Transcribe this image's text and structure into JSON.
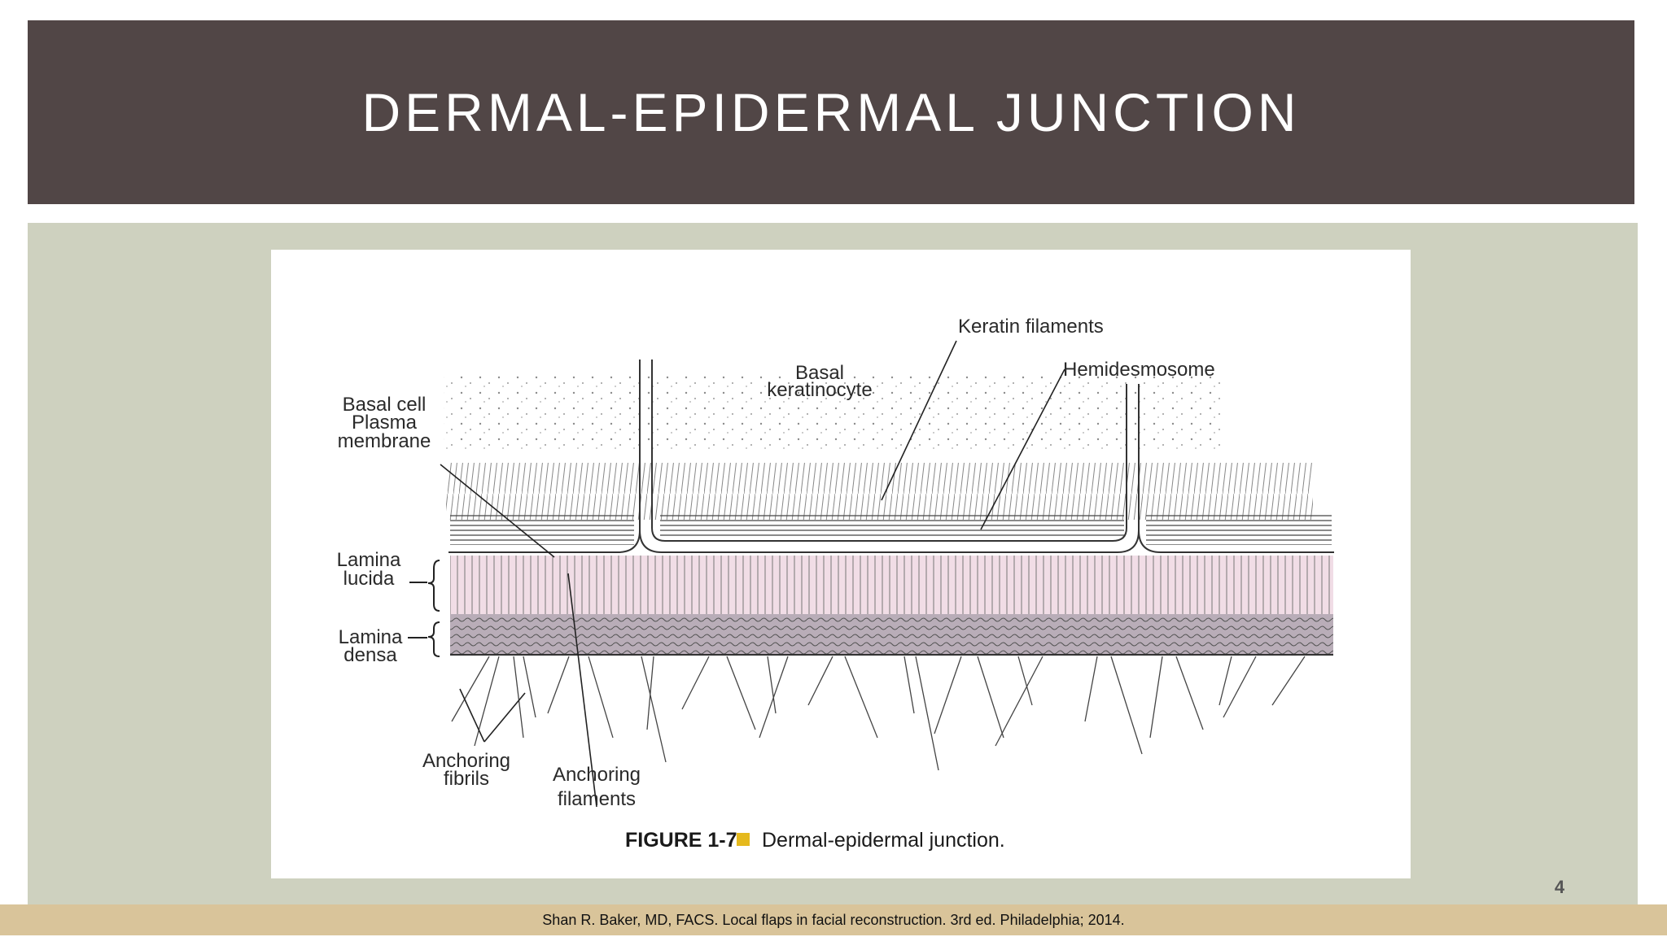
{
  "slide": {
    "title": "DERMAL-EPIDERMAL JUNCTION",
    "page_number": "4",
    "citation": "Shan R. Baker, MD, FACS. Local flaps in facial reconstruction. 3rd ed. Philadelphia; 2014."
  },
  "figure": {
    "labels": {
      "keratin_filaments": "Keratin filaments",
      "hemidesmosome": "Hemidesmosome",
      "basal_keratinocyte_1": "Basal",
      "basal_keratinocyte_2": "keratinocyte",
      "basal_cell_1": "Basal cell",
      "basal_cell_2": "Plasma",
      "basal_cell_3": "membrane",
      "lamina_lucida_1": "Lamina",
      "lamina_lucida_2": "lucida",
      "lamina_densa_1": "Lamina",
      "lamina_densa_2": "densa",
      "anchoring_fibrils_1": "Anchoring",
      "anchoring_fibrils_2": "fibrils",
      "anchoring_filaments_1": "Anchoring",
      "anchoring_filaments_2": "filaments"
    },
    "caption_number": "FIGURE 1-7",
    "caption_text": "Dermal-epidermal junction.",
    "colors": {
      "lamina_lucida": "#f1dde6",
      "lamina_densa": "#b9adb8",
      "caption_square": "#e5b91d"
    }
  }
}
